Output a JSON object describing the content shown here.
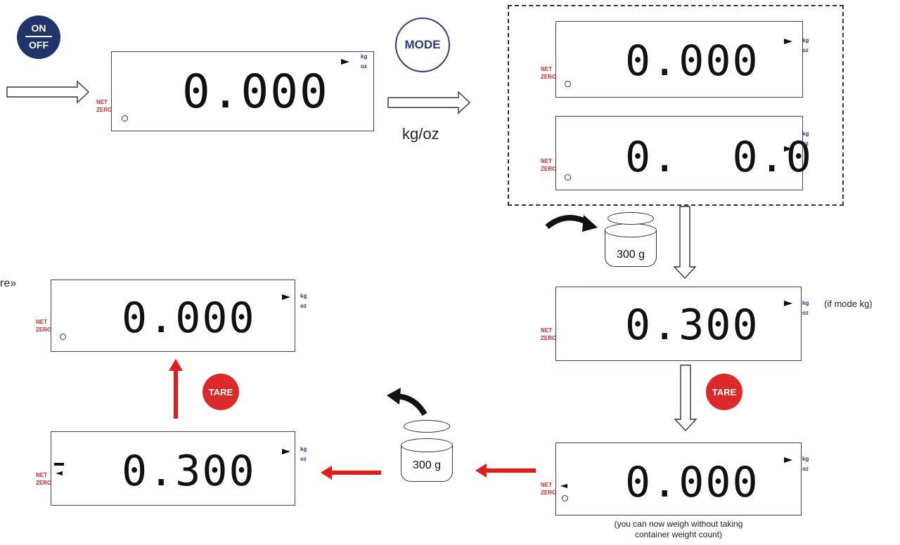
{
  "buttons": {
    "on": "ON",
    "off": "OFF",
    "mode": "MODE",
    "tare": "TARE"
  },
  "labels": {
    "kg_oz": "kg/oz",
    "if_mode_kg": "(if mode kg)",
    "cut_off_text": "re»",
    "note_line1": "(you can now weigh without taking",
    "note_line2": "container weight count)",
    "weight": "300 g"
  },
  "indicators": {
    "net": "NET",
    "zero": "ZERO",
    "kg": "kg",
    "oz": "oz"
  },
  "displays": {
    "d1": "0.000",
    "d2a": "0.000",
    "d2b": "0.  0.0",
    "d3": "0.300",
    "d4": "0.000",
    "d5": "0.300",
    "d6": "0.000"
  },
  "colors": {
    "button_blue": "#20336b",
    "tare_red": "#dc2a2a",
    "arrow_red": "#e31b1b",
    "indicator_red": "#d42a2a",
    "lcd_border": "#3a3f8a"
  }
}
